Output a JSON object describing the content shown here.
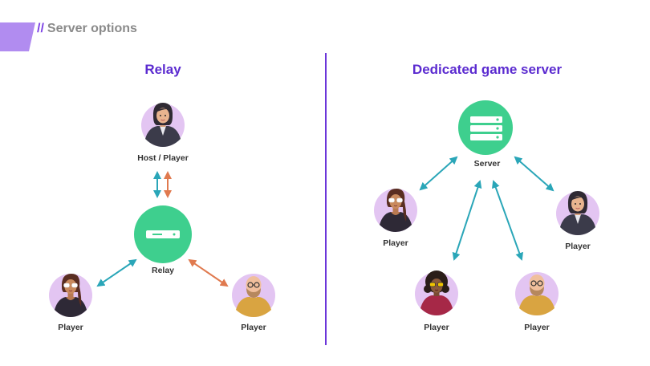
{
  "header": {
    "slashes": "//",
    "title": "Server options"
  },
  "relay_section": {
    "title": "Relay",
    "host_label": "Host / Player",
    "relay_label": "Relay",
    "player_left_label": "Player",
    "player_right_label": "Player"
  },
  "dedicated_section": {
    "title": "Dedicated game server",
    "server_label": "Server",
    "player_labels": [
      "Player",
      "Player",
      "Player",
      "Player"
    ]
  },
  "colors": {
    "accent": "#b18cf0",
    "title": "#5b2bd0",
    "divider": "#6b35d9",
    "server_green": "#3ecf8e",
    "avatar_bg": "#e3c5f2",
    "arrow_teal": "#2aa6b8",
    "arrow_orange": "#e07a4f"
  },
  "icons": [
    "relay-box-icon",
    "server-rack-icon",
    "avatar-icon"
  ]
}
